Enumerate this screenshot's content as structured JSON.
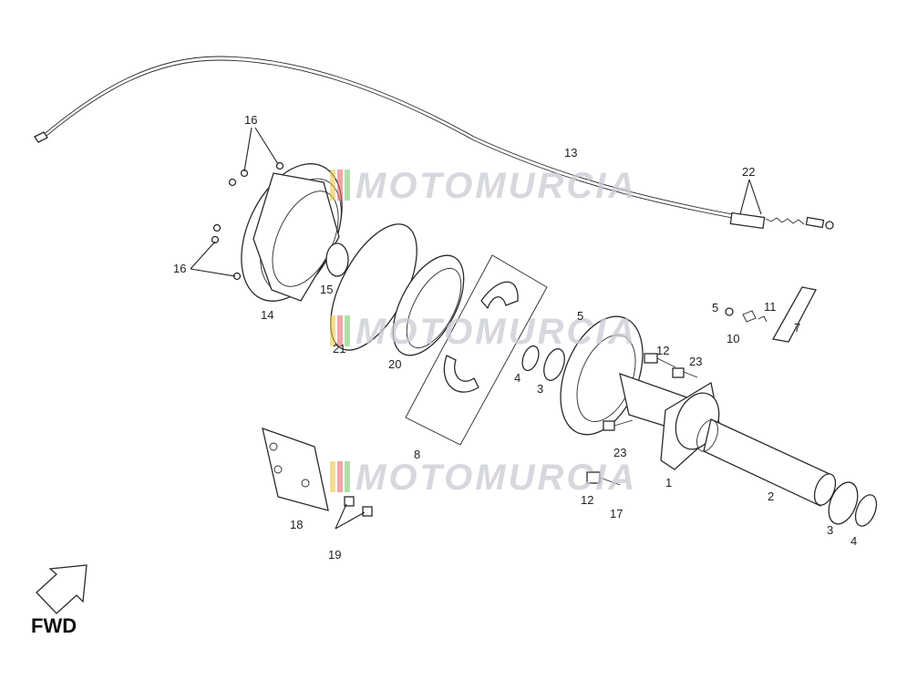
{
  "diagram": {
    "watermark": "MOTOMURCIA",
    "watermark_colors": [
      "#e8c84a",
      "#e86a6a",
      "#7bc96f",
      "#6aa5e8"
    ],
    "direction_label": "FWD",
    "callouts": {
      "c1": "1",
      "c2": "2",
      "c3a": "3",
      "c3b": "3",
      "c4a": "4",
      "c4b": "4",
      "c5": "5",
      "c5b": "5",
      "c7": "7",
      "c8": "8",
      "c10": "10",
      "c11": "11",
      "c12a": "12",
      "c12b": "12",
      "c13": "13",
      "c14": "14",
      "c15": "15",
      "c16a": "16",
      "c16b": "16",
      "c17": "17",
      "c18": "18",
      "c19": "19",
      "c20": "20",
      "c21": "21",
      "c22": "22",
      "c23a": "23",
      "c23b": "23"
    }
  }
}
